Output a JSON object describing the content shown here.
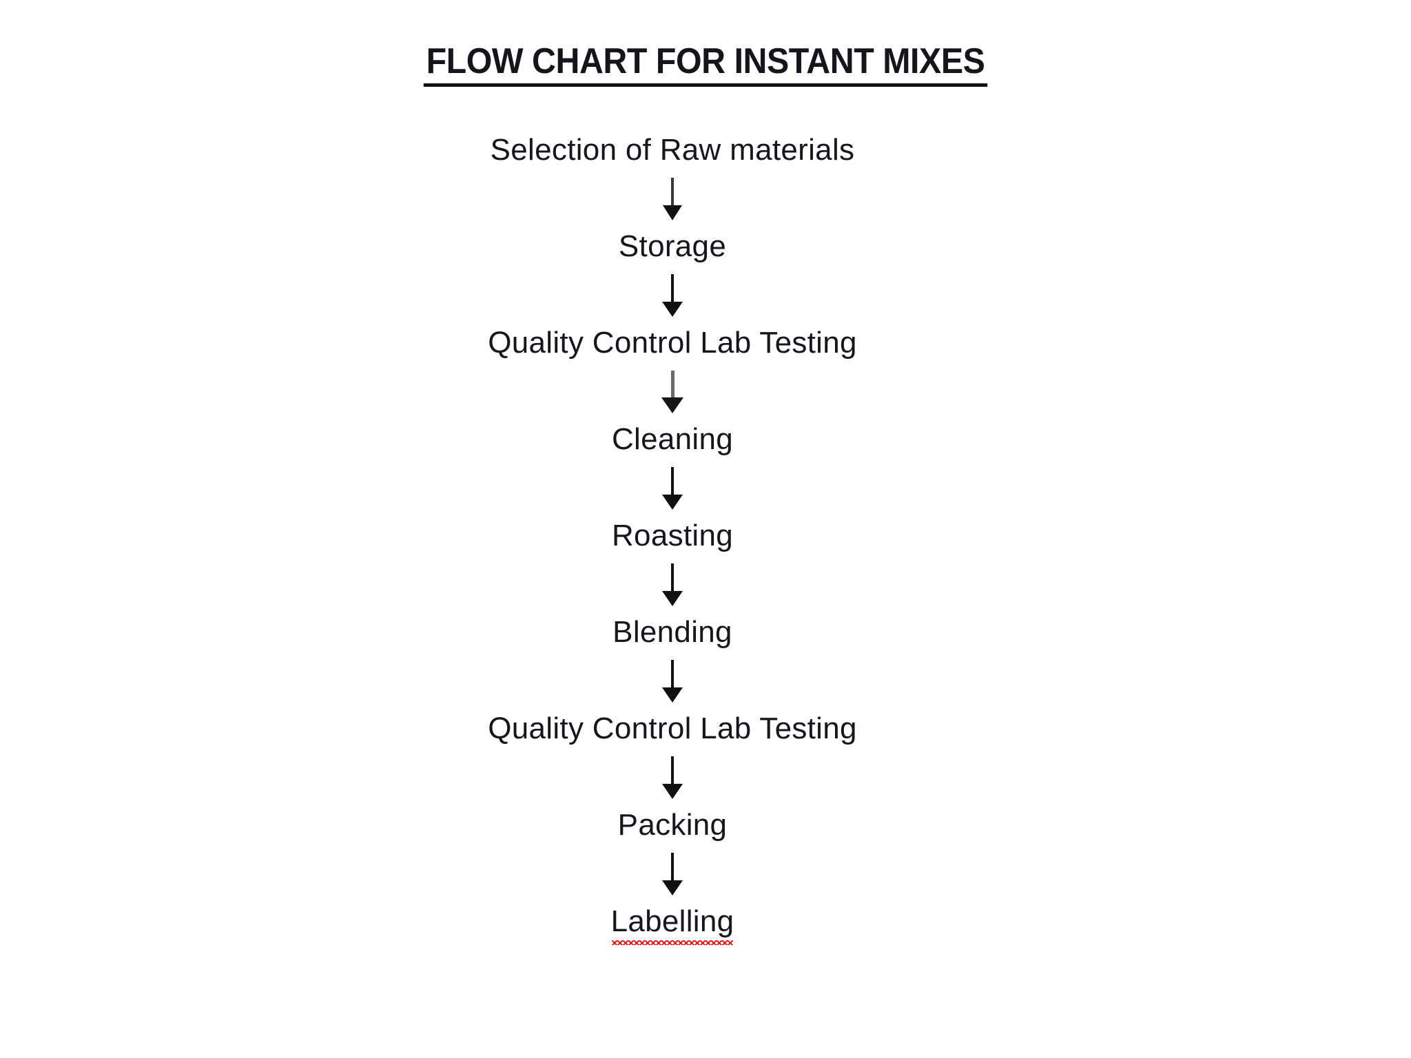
{
  "document": {
    "title": "FLOW CHART FOR INSTANT MIXES",
    "background_color": "#ffffff",
    "text_color": "#16161c",
    "title_underline_color": "#101018",
    "spellcheck_underline_color": "#ff0000"
  },
  "chart_data": {
    "type": "diagram",
    "diagram_type": "flowchart",
    "orientation": "vertical-top-to-bottom",
    "title": "FLOW CHART FOR INSTANT MIXES",
    "node_count": 9,
    "edge_count": 8,
    "nodes": [
      {
        "id": "n1",
        "label": "Selection  of Raw materials",
        "misspelled": false
      },
      {
        "id": "n2",
        "label": "Storage",
        "misspelled": false
      },
      {
        "id": "n3",
        "label": "Quality Control Lab Testing",
        "misspelled": false
      },
      {
        "id": "n4",
        "label": "Cleaning",
        "misspelled": false
      },
      {
        "id": "n5",
        "label": "Roasting",
        "misspelled": false
      },
      {
        "id": "n6",
        "label": "Blending",
        "misspelled": false
      },
      {
        "id": "n7",
        "label": "Quality Control Lab Testing",
        "misspelled": false
      },
      {
        "id": "n8",
        "label": "Packing",
        "misspelled": false
      },
      {
        "id": "n9",
        "label": "Labelling",
        "misspelled": true
      }
    ],
    "edges": [
      {
        "from": "n1",
        "to": "n2",
        "marker": "arrow-down",
        "stem_color": "#3a3a3a"
      },
      {
        "from": "n2",
        "to": "n3",
        "marker": "arrow-down",
        "stem_color": "#111111"
      },
      {
        "from": "n3",
        "to": "n4",
        "marker": "arrow-down",
        "stem_color": "#6a6a6a"
      },
      {
        "from": "n4",
        "to": "n5",
        "marker": "arrow-down",
        "stem_color": "#111111"
      },
      {
        "from": "n5",
        "to": "n6",
        "marker": "arrow-down",
        "stem_color": "#111111"
      },
      {
        "from": "n6",
        "to": "n7",
        "marker": "arrow-down",
        "stem_color": "#111111"
      },
      {
        "from": "n7",
        "to": "n8",
        "marker": "arrow-down",
        "stem_color": "#111111"
      },
      {
        "from": "n8",
        "to": "n9",
        "marker": "arrow-down",
        "stem_color": "#111111"
      }
    ],
    "annotations": [
      {
        "target": "n9",
        "kind": "spellcheck-squiggle",
        "color": "#ff0000"
      }
    ]
  }
}
